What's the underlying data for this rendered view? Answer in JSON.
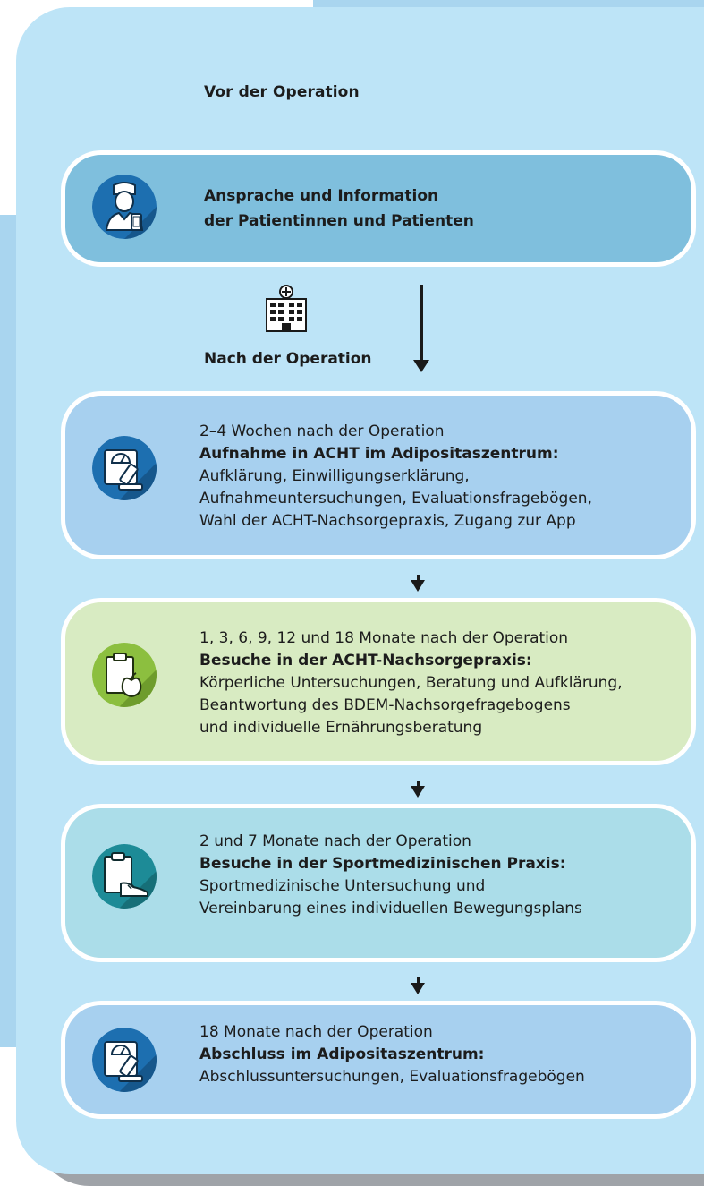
{
  "colors": {
    "panel": "#bde4f7",
    "box_info": "#7fbfdd",
    "box_center": "#a7d0ef",
    "box_practice": "#d8ebc2",
    "box_sport": "#abdde9",
    "icon_blue": "#1d6fb0",
    "icon_green": "#8cbf3f",
    "icon_teal": "#1d8b97"
  },
  "before": {
    "heading": "Vor der Operation",
    "box": {
      "icon": "doctor-with-phone-icon",
      "line1": "Ansprache und Information",
      "line2": "der Patientinnen und Patienten"
    }
  },
  "after": {
    "hospital_icon": "hospital-icon",
    "heading": "Nach der Operation"
  },
  "steps": [
    {
      "icon": "scale-microscope-icon",
      "timing": "2–4 Wochen nach der Operation",
      "title": "Aufnahme in ACHT im Adipositaszentrum:",
      "lines": [
        "Aufklärung, Einwilligungserklärung,",
        "Aufnahmeuntersuchungen, Evaluationsfragebögen,",
        "Wahl der ACHT-Nachsorgepraxis, Zugang zur App"
      ]
    },
    {
      "icon": "clipboard-apple-icon",
      "timing": "1, 3, 6, 9, 12 und 18 Monate nach der Operation",
      "title": "Besuche in der ACHT-Nachsorgepraxis:",
      "lines": [
        "Körperliche Untersuchungen, Beratung und Aufklärung,",
        "Beantwortung des BDEM-Nachsorgefragebogens",
        "und individuelle Ernährungsberatung"
      ]
    },
    {
      "icon": "clipboard-sneaker-icon",
      "timing": "2 und 7 Monate nach der Operation",
      "title": "Besuche in der Sportmedizinischen Praxis:",
      "lines": [
        "Sportmedizinische Untersuchung und",
        "Vereinbarung eines individuellen Bewegungsplans"
      ]
    },
    {
      "icon": "scale-microscope-icon",
      "timing": "18 Monate nach der Operation",
      "title": "Abschluss im Adipositaszentrum:",
      "lines": [
        "Abschlussuntersuchungen, Evaluationsfragebögen"
      ]
    }
  ]
}
